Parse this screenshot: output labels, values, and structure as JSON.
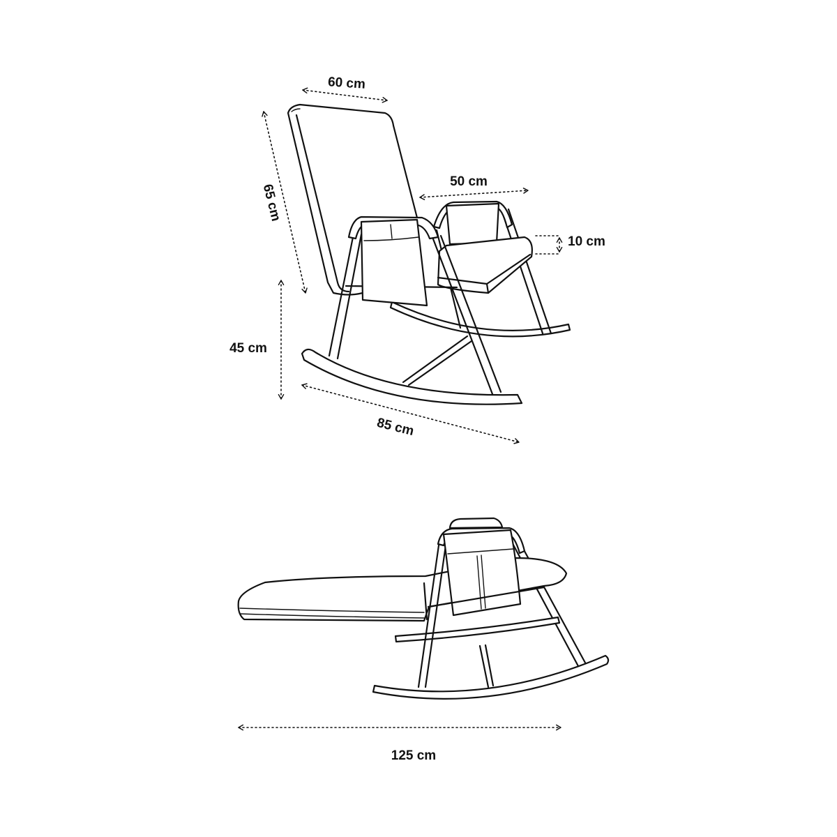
{
  "dimensions": {
    "backrest_width": "60 cm",
    "backrest_height": "65 cm",
    "seat_depth": "50 cm",
    "cushion_thickness": "10 cm",
    "seat_height": "45 cm",
    "depth": "85 cm",
    "unfolded_length": "125 cm"
  },
  "colors": {
    "line": "#111111",
    "background": "#ffffff"
  }
}
